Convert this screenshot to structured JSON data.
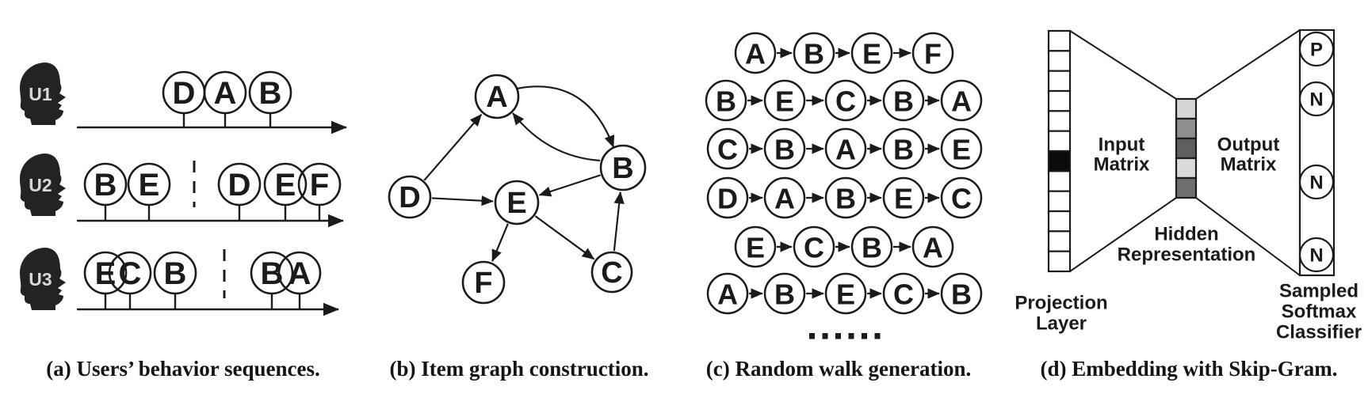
{
  "colors": {
    "ink": "#1b1b1b",
    "background": "#ffffff",
    "head_fill": "#232323",
    "head_label": "#d8d8d8",
    "projection_active": "#0a0a0a"
  },
  "panel_a": {
    "caption": "(a) Users’ behavior sequences.",
    "users": [
      {
        "label": "U1",
        "segments": [
          [
            "D",
            "A",
            "B"
          ]
        ]
      },
      {
        "label": "U2",
        "segments": [
          [
            "B",
            "E"
          ],
          [
            "D",
            "E",
            "F"
          ]
        ]
      },
      {
        "label": "U3",
        "segments": [
          [
            "E",
            "C",
            "B"
          ],
          [
            "B",
            "A"
          ]
        ]
      }
    ]
  },
  "panel_b": {
    "caption": "(b) Item graph construction.",
    "nodes": [
      "A",
      "B",
      "C",
      "D",
      "E",
      "F"
    ],
    "edges": [
      "D→A",
      "A→B",
      "B→A",
      "D→E",
      "B→E",
      "E→F",
      "E→C",
      "C→B"
    ]
  },
  "panel_c": {
    "caption": "(c) Random walk generation.",
    "walks": [
      [
        "A",
        "B",
        "E",
        "F"
      ],
      [
        "B",
        "E",
        "C",
        "B",
        "A"
      ],
      [
        "C",
        "B",
        "A",
        "B",
        "E"
      ],
      [
        "D",
        "A",
        "B",
        "E",
        "C"
      ],
      [
        "E",
        "C",
        "B",
        "A"
      ],
      [
        "A",
        "B",
        "E",
        "C",
        "B"
      ]
    ],
    "more_indicator": "......"
  },
  "panel_d": {
    "caption": "(d) Embedding with Skip-Gram.",
    "input_matrix_label": "Input Matrix",
    "output_matrix_label": "Output Matrix",
    "hidden_label": "Hidden Representation",
    "projection_label": "Projection Layer",
    "classifier_label": "Sampled Softmax Classifier",
    "output_nodes": [
      "P",
      "N",
      "N",
      "N"
    ],
    "projection_cell_count": 12,
    "projection_active_cell": 7,
    "hidden_cell_colors": [
      "#d5d5d5",
      "#8e8e8e",
      "#5f5f5f",
      "#dadada",
      "#6f6f6f"
    ]
  }
}
